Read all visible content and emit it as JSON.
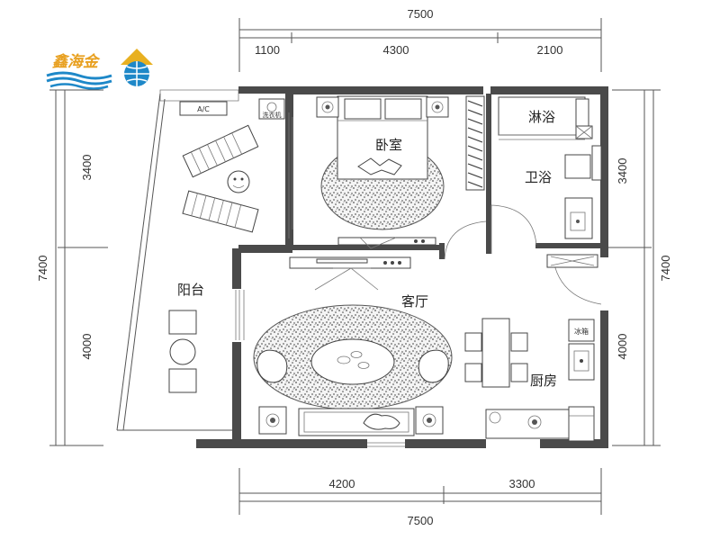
{
  "logo": {
    "text": "鑫海金"
  },
  "dimensions": {
    "top_total": "7500",
    "top_segments": [
      "1100",
      "4300",
      "2100"
    ],
    "bottom_total": "7500",
    "bottom_segments": [
      "4200",
      "3300"
    ],
    "left_total": "7400",
    "left_segments": [
      "3400",
      "4000"
    ],
    "right_total": "7400",
    "right_segments": [
      "3400",
      "4000"
    ]
  },
  "rooms": {
    "bedroom": "卧室",
    "shower": "淋浴",
    "bathroom": "卫浴",
    "balcony": "阳台",
    "living_room": "客厅",
    "kitchen": "厨房"
  },
  "fixtures": {
    "ac": "A/C",
    "washer": "洗衣机",
    "fridge": "冰箱"
  },
  "colors": {
    "wall": "#4a4a4a",
    "logo_blue": "#1e88c8",
    "logo_gold": "#e8b020"
  }
}
